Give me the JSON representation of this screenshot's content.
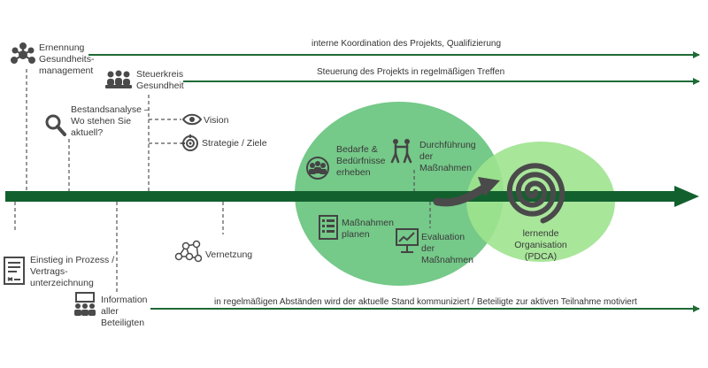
{
  "colors": {
    "main_arrow": "#12602e",
    "thin_arrow": "#1f6b35",
    "ellipse_large": "#5dbf74",
    "ellipse_small": "#9fe38f",
    "icon_gray": "#4a4a4a",
    "text": "#333333"
  },
  "top_steps": {
    "ernennung": "Ernennung\nGesundheits-\nmanagement",
    "steuerkreis": "Steuerkreis\nGesundheit",
    "bestandsanalyse": "Bestandsanalyse –\nWo stehen Sie\naktuell?",
    "vision": "Vision",
    "strategie": "Strategie / Ziele"
  },
  "arrows": {
    "koordination": "interne Koordination des Projekts, Qualifizierung",
    "steuerung": "Steuerung des Projekts in regelmäßigen Treffen",
    "kommunikation": "in regelmäßigen Abständen wird der aktuelle Stand kommuniziert / Beteiligte zur aktiven Teilnahme motiviert"
  },
  "bottom_steps": {
    "einstieg": "Einstieg in Prozess /\nVertrags-\nunterzeichnung",
    "information": "Information\naller\nBeteiligten",
    "vernetzung": "Vernetzung"
  },
  "cycle": {
    "bedarfe": "Bedarfe &\nBedürfnisse\nerheben",
    "durchfuehrung": "Durchführung\nder\nMaßnahmen",
    "planen": "Maßnahmen\nplanen",
    "evaluation": "Evaluation\nder\nMaßnahmen",
    "lernend": "lernende\nOrganisation (PDCA)"
  },
  "icons": {
    "ernennung": "network-people-icon",
    "steuerkreis": "group-meeting-icon",
    "bestandsanalyse": "magnifier-icon",
    "vision": "eye-icon",
    "strategie": "target-icon",
    "einstieg": "contract-document-icon",
    "information": "presentation-audience-icon",
    "vernetzung": "network-nodes-icon",
    "bedarfe": "people-circle-icon",
    "durchfuehrung": "teamwork-icon",
    "planen": "checklist-icon",
    "evaluation": "chart-board-icon",
    "lernend": "spiral-icon"
  }
}
